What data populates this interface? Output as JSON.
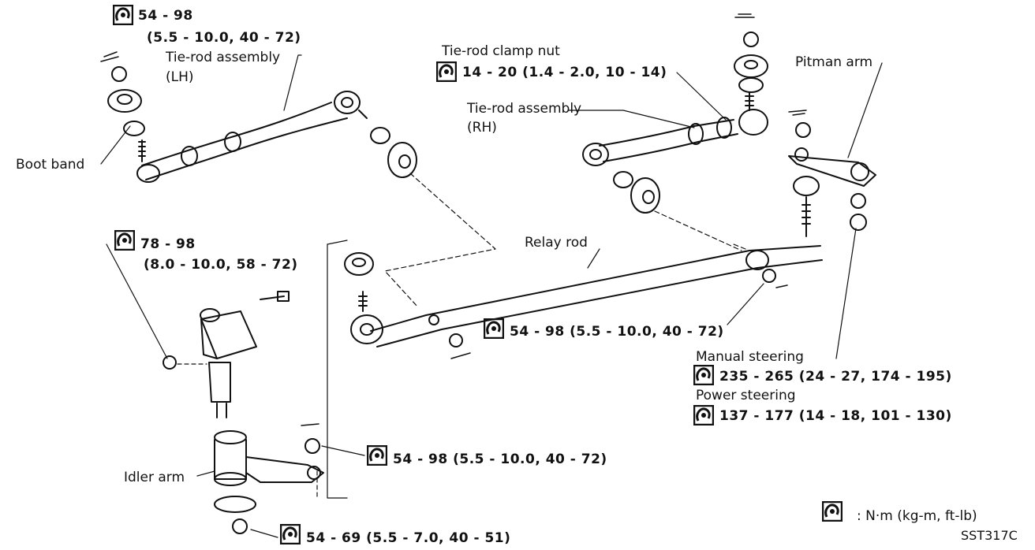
{
  "labels": {
    "tie_rod_lh": "Tie-rod assembly",
    "tie_rod_lh_side": "(LH)",
    "boot_band": "Boot band",
    "tie_rod_clamp_nut": "Tie-rod clamp nut",
    "tie_rod_rh": "Tie-rod assembly",
    "tie_rod_rh_side": "(RH)",
    "pitman_arm": "Pitman arm",
    "relay_rod": "Relay rod",
    "idler_arm": "Idler arm",
    "manual_steering": "Manual steering",
    "power_steering": "Power steering"
  },
  "torques": {
    "top_left_nm": "54 - 98",
    "top_left_sub": "(5.5 - 10.0, 40 - 72)",
    "clamp_nut": "14 - 20 (1.4 - 2.0, 10 - 14)",
    "idler_bracket_nm": "78 - 98",
    "idler_bracket_sub": "(8.0 - 10.0, 58 - 72)",
    "relay_rod_nut": "54 - 98 (5.5 - 10.0, 40 - 72)",
    "manual_steering": "235 - 265 (24 - 27, 174 - 195)",
    "power_steering": "137 - 177 (14 - 18, 101 - 130)",
    "idler_arm_nut": "54 - 98 (5.5 - 10.0, 40 - 72)",
    "idler_bottom_nut": "54 - 69 (5.5 - 7.0, 40 - 51)"
  },
  "legend": {
    "units": ": N·m (kg-m, ft-lb)",
    "figure_id": "SST317C"
  },
  "icons": {
    "torque_symbol": "torque-wrench-icon"
  }
}
